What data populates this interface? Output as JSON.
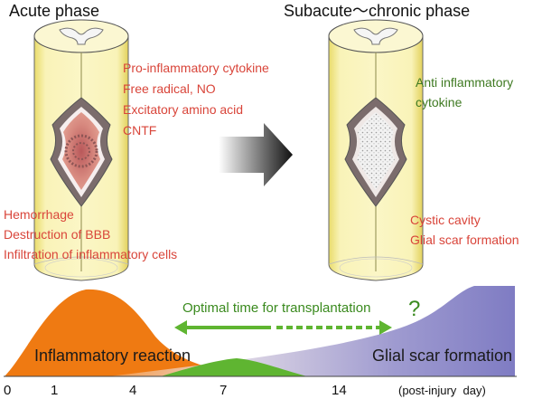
{
  "phases": {
    "acute": "Acute phase",
    "chronic": "Subacute～chronic phase"
  },
  "acute_factors": {
    "upper": [
      "Pro-inflammatory cytokine",
      "Free radical, NO",
      "Excitatory amino acid",
      "CNTF"
    ],
    "lower": [
      "Hemorrhage",
      "Destruction of BBB",
      "Infiltration of inflammatory cells"
    ]
  },
  "chronic_factors": {
    "upper": [
      "Anti inflammatory",
      "cytokine"
    ],
    "lower": [
      "Cystic cavity",
      "Glial scar formation"
    ]
  },
  "timeline": {
    "optimal_label": "Optimal time for transplantation",
    "question_mark": "?",
    "inflammatory_label": "Inflammatory reaction",
    "glial_label": "Glial scar formation",
    "ticks": [
      "0",
      "1",
      "4",
      "7",
      "14"
    ],
    "unit_label": "(post-injury  day)"
  },
  "colors": {
    "red_text": "#d9453a",
    "green_text": "#3f7a22",
    "arrow_green": "#5fb531",
    "orange": "#ef7a12",
    "purple": "#8b86c6",
    "cord_yellow": "#f7efa6"
  }
}
